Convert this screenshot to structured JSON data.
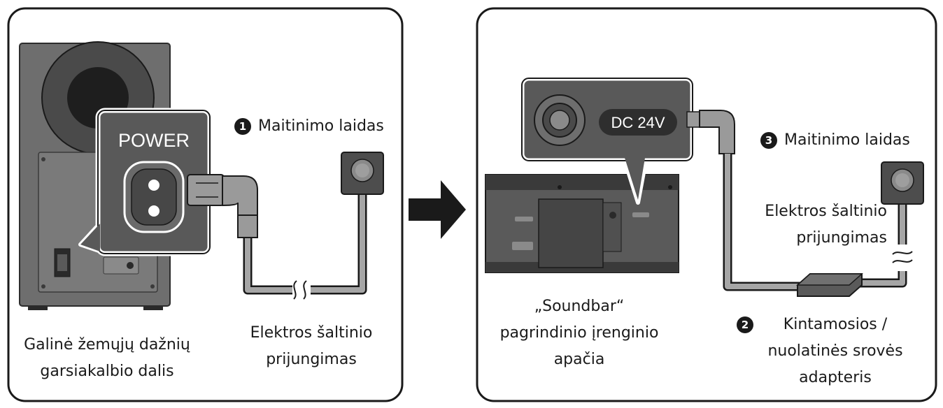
{
  "left_panel": {
    "power_label": "POWER",
    "callout_number": "1",
    "callout_text": "Maitinimo laidas",
    "subwoofer_caption": [
      "Galinė žemųjų dažnių",
      "garsiakalbio dalis"
    ],
    "outlet_caption": [
      "Elektros šaltinio",
      "prijungimas"
    ]
  },
  "right_panel": {
    "dc_label": "DC 24V",
    "callout3_number": "3",
    "callout3_text": "Maitinimo laidas",
    "outlet_caption": [
      "Elektros šaltinio",
      "prijungimas"
    ],
    "soundbar_caption": [
      "„Soundbar“",
      "pagrindinio įrenginio",
      "apačia"
    ],
    "callout2_number": "2",
    "adapter_caption": [
      "Kintamosios /",
      "nuolatinės srovės",
      "adapteris"
    ]
  },
  "colors": {
    "outline": "#1a1a1a",
    "device_gray": "#707070",
    "device_dark": "#4d4d4d",
    "cable_gray": "#a6a6a6",
    "highlight_gray": "#595959"
  }
}
